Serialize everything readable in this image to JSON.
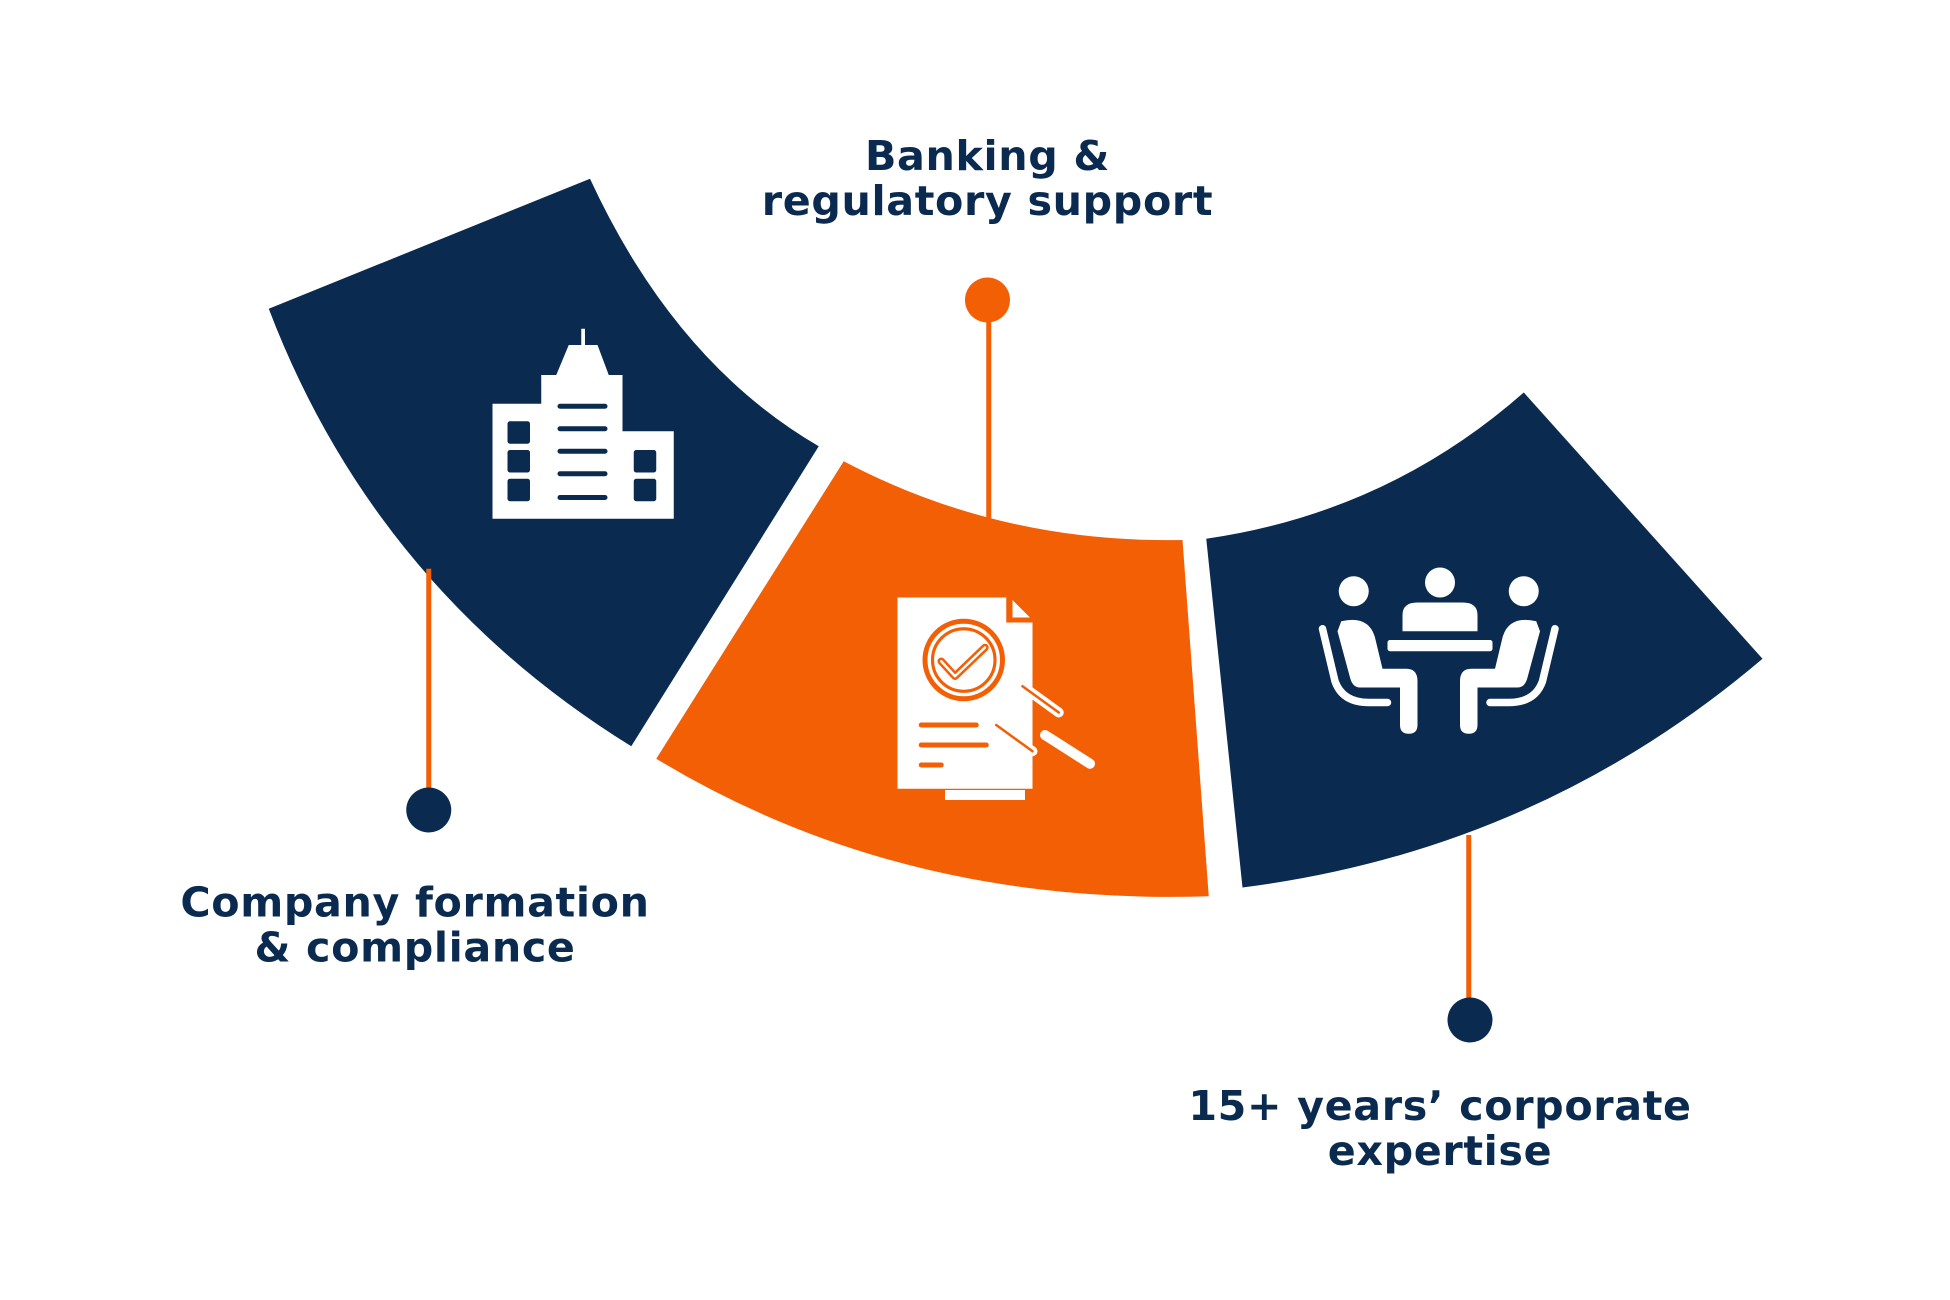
{
  "colors": {
    "navy": "#0a2b4f",
    "orange": "#f25f05",
    "background": "#ffffff"
  },
  "segments": [
    {
      "id": "company-formation",
      "label_lines": [
        "Company formation",
        "& compliance"
      ],
      "icon": "building-icon",
      "color": "#0a2b4f"
    },
    {
      "id": "banking-regulatory",
      "label_lines": [
        "Banking &",
        "regulatory support"
      ],
      "icon": "document-gavel-icon",
      "color": "#f25f05"
    },
    {
      "id": "corporate-expertise",
      "label_lines": [
        "15+ years’ corporate",
        "expertise"
      ],
      "icon": "meeting-icon",
      "color": "#0a2b4f"
    }
  ]
}
